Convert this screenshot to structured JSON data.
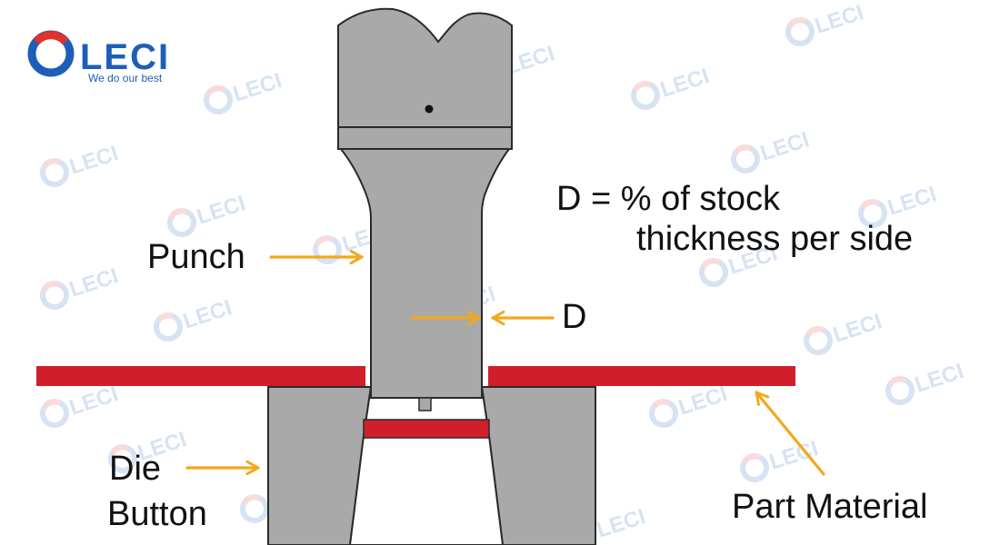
{
  "logo": {
    "brand": "LECI",
    "tagline": "We do our best"
  },
  "labels": {
    "punch": "Punch",
    "clearance": "D",
    "formula_line1": "D = % of stock",
    "formula_line2": "thickness per side",
    "die_line1": "Die",
    "die_line2": "Button",
    "part_material": "Part Material"
  },
  "colors": {
    "steel": "#a9a9a9",
    "steel_dark": "#8f8f8f",
    "outline": "#2a2a2a",
    "material": "#d01f2a",
    "arrow": "#f2a81d",
    "logo_blue": "#1d5fb8",
    "logo_red": "#e0332b"
  }
}
